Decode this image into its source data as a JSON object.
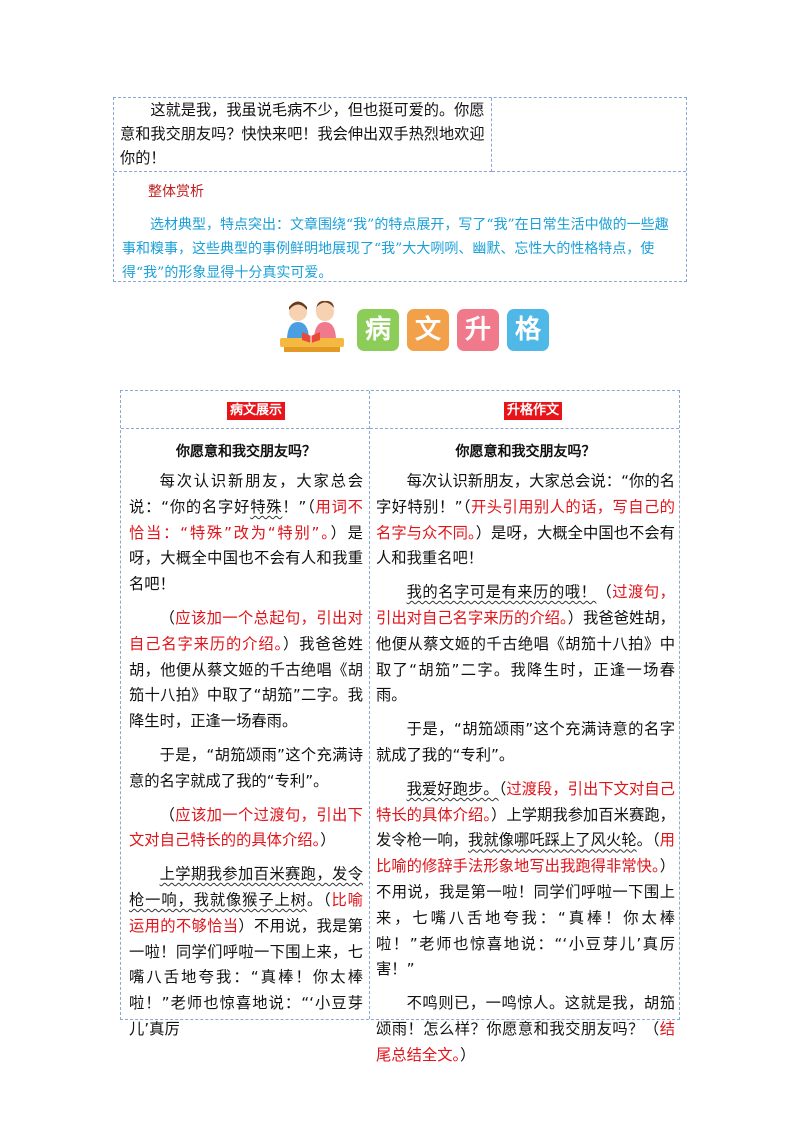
{
  "top_table": {
    "intro_text": "这就是我，我虽说毛病不少，但也挺可爱的。你愿意和我交朋友吗？快快来吧！我会伸出双手热烈地欢迎你的！",
    "analysis_heading": "整体赏析",
    "analysis_text": "选材典型，特点突出：文章围绕“我”的特点展开，写了“我”在日常生活中做的一些趣事和糗事，这些典型的事例鲜明地展现了“我”大大咧咧、幽默、忘性大的性格特点，使得“我”的形象显得十分真实可爱。"
  },
  "banner": {
    "tiles": [
      "病",
      "文",
      "升",
      "格"
    ],
    "tile_colors": [
      "#8ccd5a",
      "#f2a14a",
      "#f07a8c",
      "#4fb8e6"
    ]
  },
  "left_column": {
    "header": "病文展示",
    "title": "你愿意和我交朋友吗？",
    "p1": {
      "a": "每次认识新朋友，大家总会说：“你的名字好",
      "b": "特殊",
      "c": "！”（",
      "note": "用词不恰当：“特殊”改为“特别”。",
      "d": "）是呀，大概全中国也不会有人和我重名吧！"
    },
    "p2": {
      "a": "（",
      "note": "应该加一个总起句，引出对自己名字来历的介绍。",
      "b": "）我爸爸姓胡，他便从蔡文姬的千古绝唱《胡笳十八拍》中取了“胡笳”二字。我降生时，正逢一场春雨。"
    },
    "p3": "于是，“胡笳颂雨”这个充满诗意的名字就成了我的“专利”。",
    "p4": {
      "a": "（",
      "note": "应该加一个过渡句，引出下文对自己特长的的具体介绍。",
      "b": "）"
    },
    "p5": {
      "a": "上学期我参加百米赛跑，发令枪一响，",
      "b": "我就像猴子上树",
      "c": "。（",
      "note": "比喻运用的不够恰当",
      "d": "）不用说，我是第一啦！同学们呼啦一下围上来，七嘴八舌地夸我：“真棒！你太棒啦！”老师也惊喜地说：“‘小豆芽儿’真厉"
    }
  },
  "right_column": {
    "header": "升格作文",
    "title": "你愿意和我交朋友吗？",
    "p1": {
      "a": "每次认识新朋友，大家总会说：“你的名字好特别！”（",
      "note": "开头引用别人的话，写自己的名字与众不同。",
      "b": "）是呀，大概全中国也不会有人和我重名吧！"
    },
    "p2": {
      "a": "我的名字可是有来历的哦！",
      "b": "（",
      "note": "过渡句，引出对自己名字来历的介绍。",
      "c": "）我爸爸姓胡，他便从蔡文姬的千古绝唱《胡笳十八拍》中取了“胡笳”二字。我降生时，正逢一场春雨。"
    },
    "p3": "于是，“胡笳颂雨”这个充满诗意的名字就成了我的“专利”。",
    "p4": {
      "a": "我爱好跑步。",
      "b": "（",
      "note": "过渡段，引出下文对自己特长的具体介绍。",
      "c": "）",
      "d": "上学期我参加百米赛跑，发令枪一响，",
      "e": "我就像哪吒踩上了风火轮",
      "f": "。（",
      "note2": "用比喻的修辞手法形象地写出我跑得非常快。",
      "g": "）不用说，我是第一啦！同学们呼啦一下围上来，七嘴八舌地夸我：“真棒！你太棒啦！”老师也惊喜地说：“‘小豆芽儿’真厉害！”"
    },
    "p5": {
      "a": "不鸣则已，一鸣惊人。这就是我，胡笳颂雨！怎么样？你愿意和我交朋友吗？（",
      "note": "结尾总结全文。",
      "b": "）"
    }
  }
}
